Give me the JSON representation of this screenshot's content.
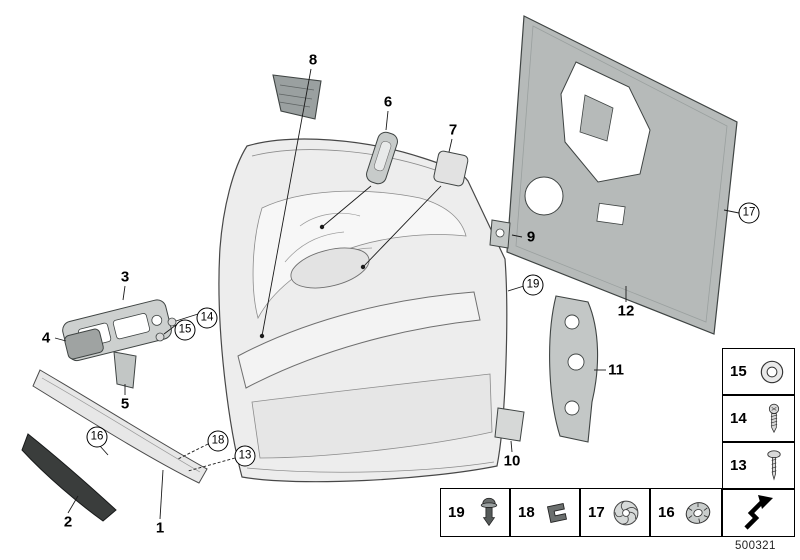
{
  "callouts": {
    "n1": "1",
    "n2": "2",
    "n3": "3",
    "n4": "4",
    "n5": "5",
    "n6": "6",
    "n7": "7",
    "n8": "8",
    "n9": "9",
    "n10": "10",
    "n11": "11",
    "n12": "12",
    "n13": "13",
    "n14": "14",
    "n15": "15",
    "n16": "16",
    "n17": "17",
    "n18": "18",
    "n19": "19"
  },
  "legend": {
    "column": [
      {
        "num": "15",
        "icon": "washer-icon"
      },
      {
        "num": "14",
        "icon": "pan-head-screw-icon"
      },
      {
        "num": "13",
        "icon": "tapping-screw-icon"
      }
    ],
    "row": [
      {
        "num": "19",
        "icon": "expansion-rivet-icon"
      },
      {
        "num": "18",
        "icon": "clip-icon"
      },
      {
        "num": "17",
        "icon": "foam-pad-icon"
      },
      {
        "num": "16",
        "icon": "retainer-ring-icon"
      }
    ],
    "arrow_symbol": "direction-arrow-icon"
  },
  "footer": {
    "doc_number": "500321"
  }
}
